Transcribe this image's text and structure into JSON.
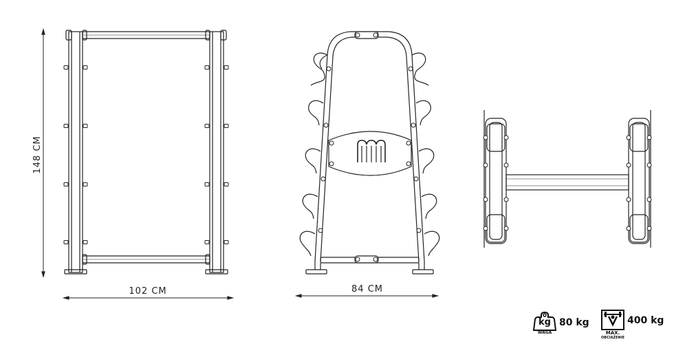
{
  "dimensions": {
    "height_label": "148 CM",
    "width_label": "102 CM",
    "depth_label": "84 CM"
  },
  "logo": {
    "letter": "m"
  },
  "specs": {
    "weight": {
      "icon_label": "kg",
      "caption": "WAGA",
      "value": "80 kg"
    },
    "max_load": {
      "caption": "MAX.",
      "sub_caption": "OBCIĄŻENIE",
      "value": "400 kg"
    }
  },
  "colors": {
    "line": "#222222",
    "background": "#ffffff"
  }
}
